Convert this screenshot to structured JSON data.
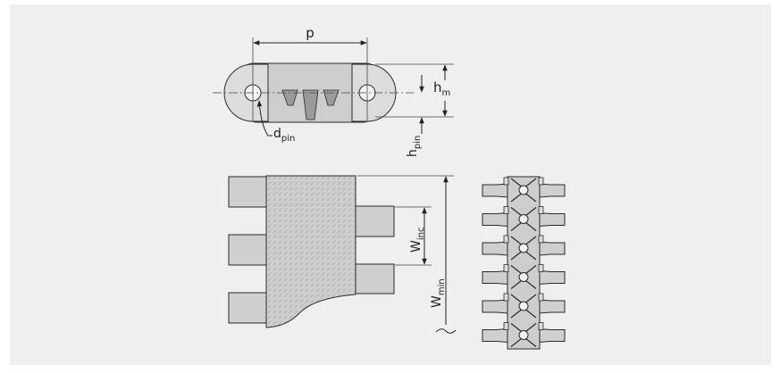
{
  "labels": {
    "pitch": "p",
    "module_height_base": "h",
    "module_height_sub": "m",
    "pin_height_base": "h",
    "pin_height_sub": "pin",
    "pin_diameter_base": "d",
    "pin_diameter_sub": "pin",
    "width_increment_base": "W",
    "width_increment_sub": "inc",
    "width_min_base": "W",
    "width_min_sub": "min"
  },
  "colors": {
    "panel_background": "#efefef",
    "module_fill": "#c9c9c9",
    "module_fill_light": "#dcdcdc",
    "outline": "#2a2a2a"
  },
  "icons": {
    "break_mark": "wavy-line-icon"
  }
}
